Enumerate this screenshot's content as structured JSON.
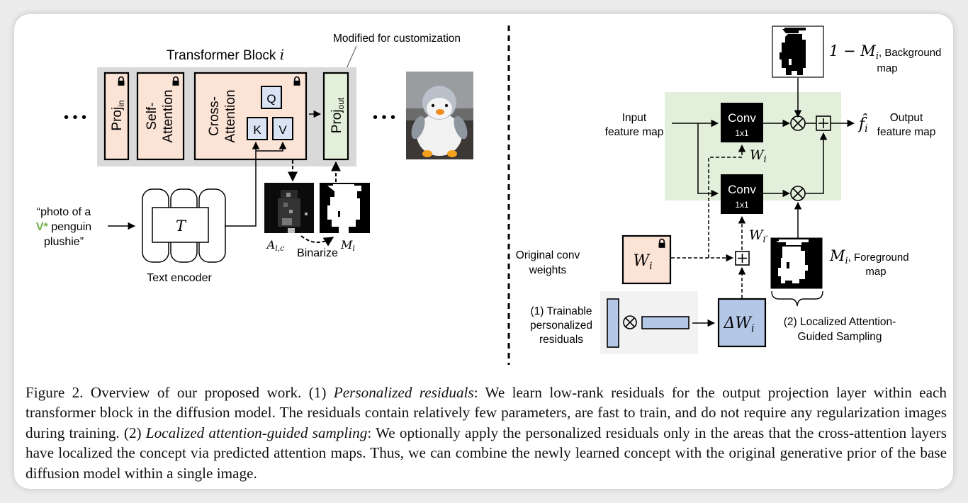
{
  "left_panel": {
    "block_title": "Transformer Block",
    "block_title_var": "i",
    "modified_label": "Modified for customization",
    "ellipsis": "• • •",
    "proj_in": {
      "base": "Proj",
      "sub": "in",
      "locked": true
    },
    "self_attention": {
      "line1": "Self-",
      "line2": "Attention",
      "locked": true
    },
    "cross_attention": {
      "line1": "Cross-",
      "line2": "Attention",
      "locked": true
    },
    "q_label": "Q",
    "k_label": "K",
    "v_label": "V",
    "proj_out": {
      "base": "Proj",
      "sub": "out",
      "locked": false
    },
    "prompt": {
      "line1": "“photo of a",
      "token": "V*",
      "line2_rest": " penguin",
      "line3": "plushie”"
    },
    "text_encoder_symbol": "T",
    "text_encoder_label": "Text encoder",
    "attention_map_label": "A",
    "attention_map_sub": "i,c",
    "mask_label": "M",
    "mask_sub": "i",
    "binarize_label": "Binarize",
    "image_description": "penguin plushie photo"
  },
  "right_panel": {
    "background_map": {
      "formula": "1 − M",
      "sub": "i",
      "label_line1": ", Background",
      "label_line2": "map"
    },
    "input_label": {
      "line1": "Input",
      "line2": "feature map"
    },
    "output_label": {
      "line1": "Output",
      "line2": "feature map"
    },
    "output_symbol": "f̂",
    "output_sub": "i",
    "conv_top": {
      "line1": "Conv",
      "line2": "1x1"
    },
    "conv_bottom": {
      "line1": "Conv",
      "line2": "1x1"
    },
    "w_label": "W",
    "w_sub": "i",
    "w_prime_sub": "i′",
    "original_weights_label": {
      "line1": "Original conv",
      "line2": "weights"
    },
    "delta_w_label": "ΔW",
    "trainable_label": {
      "line1": "(1) Trainable",
      "line2": "personalized",
      "line3": "residuals"
    },
    "foreground_map": {
      "symbol": "M",
      "sub": "i",
      "label_line1": ", Foreground",
      "label_line2": "map"
    },
    "localized_label": {
      "line1": "(2) Localized Attention-",
      "line2": "Guided Sampling"
    }
  },
  "caption": {
    "prefix": "Figure 2. Overview of our proposed work. (1) ",
    "term1": "Personalized residuals",
    "text1": ": We learn low-rank residuals for the output projection layer within each transformer block in the diffusion model. The residuals contain relatively few parameters, are fast to train, and do not require any regularization images during training. (2) ",
    "term2": "Localized attention-guided sampling",
    "text2": ": We optionally apply the personalized residuals only in the areas that the cross-attention layers have localized the concept via predicted attention maps. Thus, we can combine the newly learned concept with the original generative prior of the base diffusion model within a single image."
  },
  "colors": {
    "locked_fill": "#fbe3d6",
    "trainable_fill": "#e2efda",
    "qkv_fill": "#dae3f3",
    "residual_fill": "#b4c7e7",
    "block_bg": "#d9d9d9",
    "green_region": "#e2efda",
    "residual_bg": "#f2f2f2",
    "token_green": "#70ad47"
  }
}
